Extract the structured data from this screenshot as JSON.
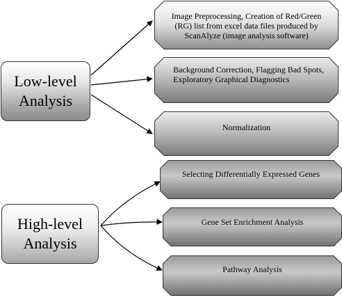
{
  "low_level": {
    "line1": "Low-level",
    "line2": "Analysis",
    "steps": [
      {
        "lines": [
          "Image Preprocessing,  Creation of Red/Green",
          "(RG) list from excel data files produced by",
          "ScanAlyze (image analysis software)"
        ]
      },
      {
        "lines": [
          "Background Correction, Flagging Bad Spots,",
          "Exploratory Graphical Diagnostics"
        ]
      },
      {
        "lines": [
          "Normalization"
        ]
      }
    ]
  },
  "high_level": {
    "line1": "High-level",
    "line2": "Analysis",
    "steps": [
      {
        "lines": [
          "Selecting Differentially Expressed Genes"
        ]
      },
      {
        "lines": [
          "Gene Set Enrichment Analysis"
        ]
      },
      {
        "lines": [
          "Pathway Analysis"
        ]
      }
    ]
  },
  "colors": {
    "low_steps_gradient": [
      "#ffffff",
      "#7a7a7a"
    ],
    "high_steps_gradient": [
      "#b8b8b8",
      "#6e6e6e"
    ],
    "border": "#333333"
  }
}
